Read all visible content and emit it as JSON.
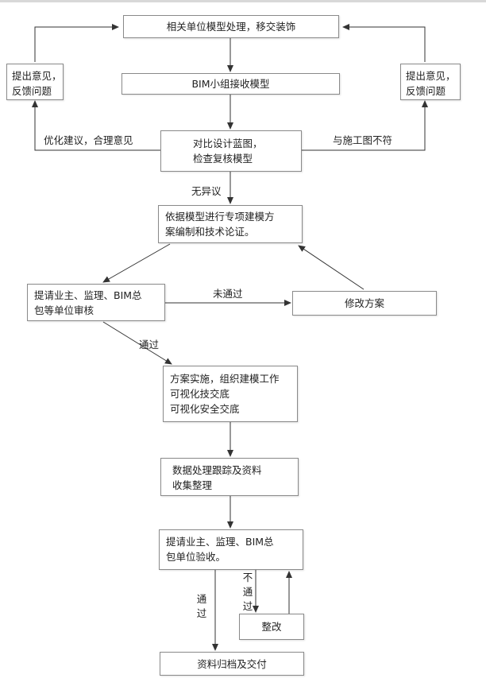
{
  "boxes": {
    "b1": "相关单位模型处理，移交装饰",
    "b2": "BIM小组接收模型",
    "b3": [
      "对比设计蓝图，",
      "检查复核模型"
    ],
    "left_feedback": [
      "提出意见，",
      "反馈问题"
    ],
    "right_feedback": [
      "提出意见，",
      "反馈问题"
    ],
    "b4": [
      "依据模型进行专项建模方",
      "案编制和技术论证。"
    ],
    "b5": [
      "提请业主、监理、BIM总",
      "包等单位审核"
    ],
    "revise": "修改方案",
    "b6": [
      "方案实施，组织建模工作",
      "可视化技交底",
      "可视化安全交底"
    ],
    "b7": [
      "数据处理跟踪及资料",
      "收集整理"
    ],
    "b8": [
      "提请业主、监理、BIM总",
      "包单位验收。"
    ],
    "fix": "整改",
    "b9": "资料归档及交付"
  },
  "labels": {
    "optimize": "优化建议，合理意见",
    "mismatch": "与施工图不符",
    "no_objection": "无异议",
    "not_passed": "未通过",
    "passed": "通过",
    "passed_vertical": [
      "通",
      "过"
    ],
    "not_passed_vertical": [
      "不",
      "通",
      "过"
    ]
  }
}
